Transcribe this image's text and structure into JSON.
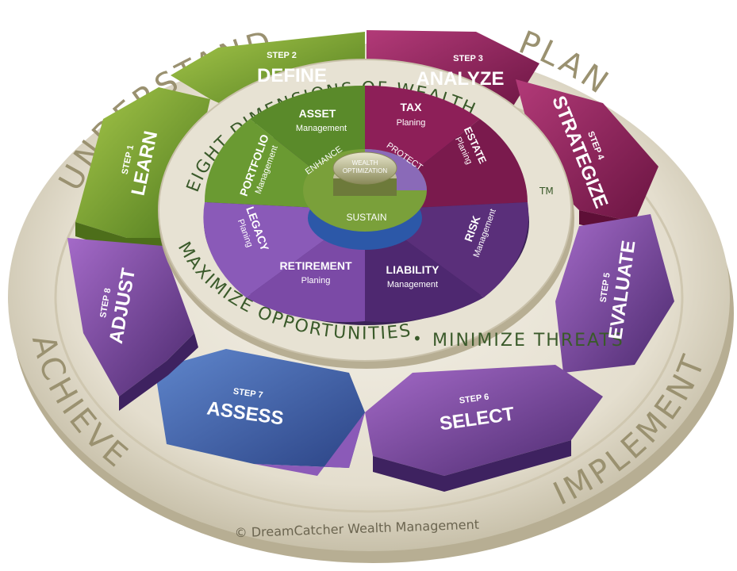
{
  "phases": {
    "understand": "UNDERSTAND",
    "plan": "PLAN",
    "implement": "IMPLEMENT",
    "achieve": "ACHIEVE"
  },
  "steps": [
    {
      "small": "STEP 1",
      "big": "LEARN"
    },
    {
      "small": "STEP 2",
      "big": "DEFINE"
    },
    {
      "small": "STEP 3",
      "big": "ANALYZE"
    },
    {
      "small": "STEP 4",
      "big": "STRATEGIZE"
    },
    {
      "small": "STEP 5",
      "big": "EVALUATE"
    },
    {
      "small": "STEP 6",
      "big": "SELECT"
    },
    {
      "small": "STEP 7",
      "big": "ASSESS"
    },
    {
      "small": "STEP 8",
      "big": "ADJUST"
    }
  ],
  "ring": {
    "top": "EIGHT DIMENSIONS OF WEALTH",
    "tm": "TM",
    "bottom_left": "MAXIMIZE OPPORTUNITIES",
    "separator": "•",
    "bottom_right": "MINIMIZE THREATS"
  },
  "dimensions": [
    {
      "title": "TAX",
      "sub": "Planing"
    },
    {
      "title": "ESTATE",
      "sub": "Planing"
    },
    {
      "title": "RISK",
      "sub": "Management"
    },
    {
      "title": "LIABILITY",
      "sub": "Management"
    },
    {
      "title": "RETIREMENT",
      "sub": "Planing"
    },
    {
      "title": "LEGACY",
      "sub": "Planing"
    },
    {
      "title": "PORTFOLIO",
      "sub": "Management"
    },
    {
      "title": "ASSET",
      "sub": "Management"
    }
  ],
  "center": {
    "enhance": "ENHANCE",
    "protect": "PROTECT",
    "sustain": "SUSTAIN",
    "hub_line1": "WEALTH",
    "hub_line2": "OPTIMIZATION"
  },
  "copyright": "© DreamCatcher Wealth Management",
  "colors": {
    "green": "#6e9a2e",
    "green_light": "#9cc23e",
    "magenta": "#8a1f57",
    "purple": "#6a3d8c",
    "violet": "#7b4fa3",
    "blue": "#3a5fae",
    "cream": "#ddd6c2",
    "phase_text": "#9a9170",
    "ring_text": "#3a5a2a"
  }
}
